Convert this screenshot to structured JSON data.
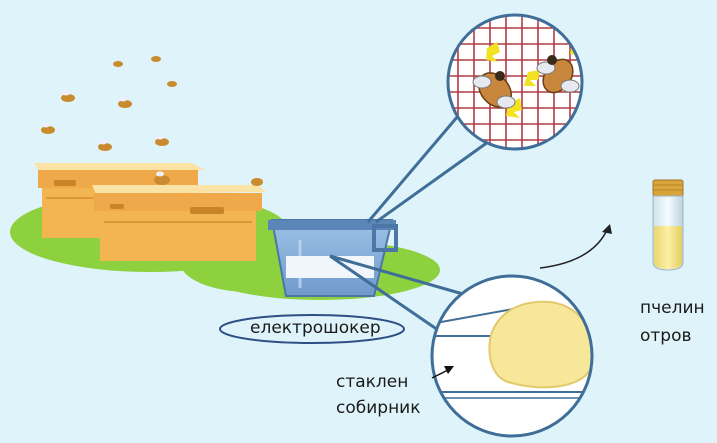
{
  "labels": {
    "electroshocker": "електрошокер",
    "glass_collector_line1": "стаклен",
    "glass_collector_line2": "собирник",
    "bee_venom_line1": "пчелин",
    "bee_venom_line2": "отров"
  },
  "colors": {
    "background": "#dff3fa",
    "grass": "#8ed13f",
    "hive_wood": "#f3b552",
    "device_blue": "#5a86b8",
    "magnifier_outline": "#3f6e98",
    "grid_line": "#b23a44",
    "venom": "#f7e79a"
  }
}
